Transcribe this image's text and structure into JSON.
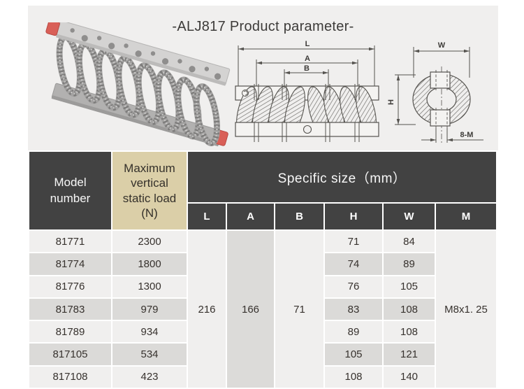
{
  "title": "-ALJ817 Product parameter-",
  "colors": {
    "header_bg": "#424242",
    "header_text": "#ffffff",
    "highlight_col_bg": "#dbcfa8",
    "row_light": "#f0efee",
    "row_dark": "#dbdad8",
    "panel_bg": "#f0efee",
    "accent_red": "#d95f57",
    "drawing_stroke": "#55534f"
  },
  "diagram": {
    "front": {
      "length_label": "L",
      "inner_label": "A",
      "center_label": "B"
    },
    "side": {
      "width_label": "W",
      "height_label": "H",
      "thread_label": "8-M"
    }
  },
  "table": {
    "header": {
      "model_lines": [
        "Model",
        "number"
      ],
      "load_lines": [
        "Maximum",
        "vertical",
        "static load",
        "(N)"
      ],
      "size_group": "Specific size（mm）",
      "size_cols": [
        "L",
        "A",
        "B",
        "H",
        "W",
        "M"
      ]
    },
    "merged": {
      "L": "216",
      "A": "166",
      "B": "71",
      "M": "M8x1. 25"
    },
    "rows": [
      {
        "model": "81771",
        "load": "2300",
        "H": "71",
        "W": "84"
      },
      {
        "model": "81774",
        "load": "1800",
        "H": "74",
        "W": "89"
      },
      {
        "model": "81776",
        "load": "1300",
        "H": "76",
        "W": "105"
      },
      {
        "model": "81783",
        "load": "979",
        "H": "83",
        "W": "108"
      },
      {
        "model": "81789",
        "load": "934",
        "H": "89",
        "W": "108"
      },
      {
        "model": "817105",
        "load": "534",
        "H": "105",
        "W": "121"
      },
      {
        "model": "817108",
        "load": "423",
        "H": "108",
        "W": "140"
      }
    ]
  }
}
